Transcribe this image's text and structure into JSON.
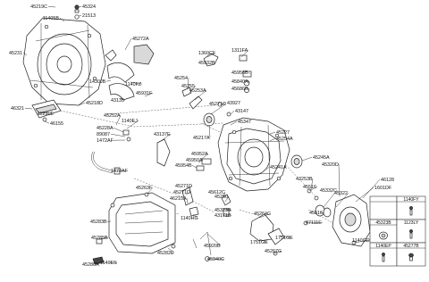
{
  "callouts": [
    {
      "id": "45219C",
      "text": "45219C"
    },
    {
      "id": "45324",
      "text": "45324"
    },
    {
      "id": "21513",
      "text": "21513"
    },
    {
      "id": "11405B",
      "text": "11405B"
    },
    {
      "id": "45231",
      "text": "45231"
    },
    {
      "id": "45272A",
      "text": "45272A"
    },
    {
      "id": "1360CF",
      "text": "1360CF"
    },
    {
      "id": "1311FA",
      "text": "1311FA"
    },
    {
      "id": "45932B",
      "text": "45932B"
    },
    {
      "id": "45956B",
      "text": "45956B"
    },
    {
      "id": "45840A",
      "text": "45840A"
    },
    {
      "id": "45686B",
      "text": "45686B"
    },
    {
      "id": "1430JB",
      "text": "1430JB"
    },
    {
      "id": "1140FZ",
      "text": "1140FZ"
    },
    {
      "id": "45254",
      "text": "45254"
    },
    {
      "id": "45255",
      "text": "45255"
    },
    {
      "id": "45253A",
      "text": "45253A"
    },
    {
      "id": "46321",
      "text": "46321"
    },
    {
      "id": "45218D",
      "text": "45218D"
    },
    {
      "id": "43135",
      "text": "43135"
    },
    {
      "id": "45931F",
      "text": "45931F"
    },
    {
      "id": "43927",
      "text": "43927"
    },
    {
      "id": "1123LE",
      "text": "1123LE"
    },
    {
      "id": "46155",
      "text": "46155"
    },
    {
      "id": "45271C",
      "text": "45271C"
    },
    {
      "id": "43147",
      "text": "43147"
    },
    {
      "id": "45252A",
      "text": "45252A"
    },
    {
      "id": "1140EJ",
      "text": "1140EJ"
    },
    {
      "id": "45347",
      "text": "45347"
    },
    {
      "id": "45228A",
      "text": "45228A"
    },
    {
      "id": "89087",
      "text": "89087"
    },
    {
      "id": "1472AF_a",
      "text": "1472AF"
    },
    {
      "id": "43137E",
      "text": "43137E"
    },
    {
      "id": "45217A",
      "text": "45217A"
    },
    {
      "id": "45227",
      "text": "45227"
    },
    {
      "id": "45254A",
      "text": "45254A"
    },
    {
      "id": "45952A",
      "text": "45952A"
    },
    {
      "id": "45950A",
      "text": "45950A"
    },
    {
      "id": "45954B",
      "text": "45954B"
    },
    {
      "id": "45241A",
      "text": "45241A"
    },
    {
      "id": "45245A",
      "text": "45245A"
    },
    {
      "id": "45320D",
      "text": "45320D"
    },
    {
      "id": "1472AF_b",
      "text": "1472AF"
    },
    {
      "id": "43253B",
      "text": "43253B"
    },
    {
      "id": "46128",
      "text": "46128"
    },
    {
      "id": "1601DF",
      "text": "1601DF"
    },
    {
      "id": "45516_a",
      "text": "45516"
    },
    {
      "id": "45332C",
      "text": "45332C"
    },
    {
      "id": "45322",
      "text": "45322"
    },
    {
      "id": "45263F",
      "text": "45263F"
    },
    {
      "id": "45271D",
      "text": "45271D"
    },
    {
      "id": "45271D2",
      "text": "45271D"
    },
    {
      "id": "45612C",
      "text": "45612C"
    },
    {
      "id": "45260",
      "text": "45260"
    },
    {
      "id": "46210A",
      "text": "46210A"
    },
    {
      "id": "45323B",
      "text": "45323B"
    },
    {
      "id": "43171B",
      "text": "43171B"
    },
    {
      "id": "45516_b",
      "text": "45516"
    },
    {
      "id": "47111E",
      "text": "47111E"
    },
    {
      "id": "45283B",
      "text": "45283B"
    },
    {
      "id": "1140HG",
      "text": "1140HG"
    },
    {
      "id": "45264C",
      "text": "45264C"
    },
    {
      "id": "45920B",
      "text": "45920B"
    },
    {
      "id": "1751GE_a",
      "text": "1751GE"
    },
    {
      "id": "1751GE_b",
      "text": "1751GE"
    },
    {
      "id": "45267G",
      "text": "45267G"
    },
    {
      "id": "1140GD",
      "text": "1140GD"
    },
    {
      "id": "45285B",
      "text": "45285B"
    },
    {
      "id": "45282E",
      "text": "45282E"
    },
    {
      "id": "45940C",
      "text": "45940C"
    },
    {
      "id": "45286A",
      "text": "45286A"
    },
    {
      "id": "1140ES",
      "text": "1140ES"
    }
  ],
  "legend_grid": [
    {
      "id": "1140FY",
      "text": "1140FY"
    },
    {
      "id": "45323B",
      "text": "45323B"
    },
    {
      "id": "1123LY",
      "text": "1123LY"
    },
    {
      "id": "1140EP",
      "text": "1140EP"
    },
    {
      "id": "45277B",
      "text": "45277B"
    }
  ],
  "icons": {
    "bolt": "bolt-icon",
    "washer": "washer-icon",
    "plug": "plug-icon"
  }
}
